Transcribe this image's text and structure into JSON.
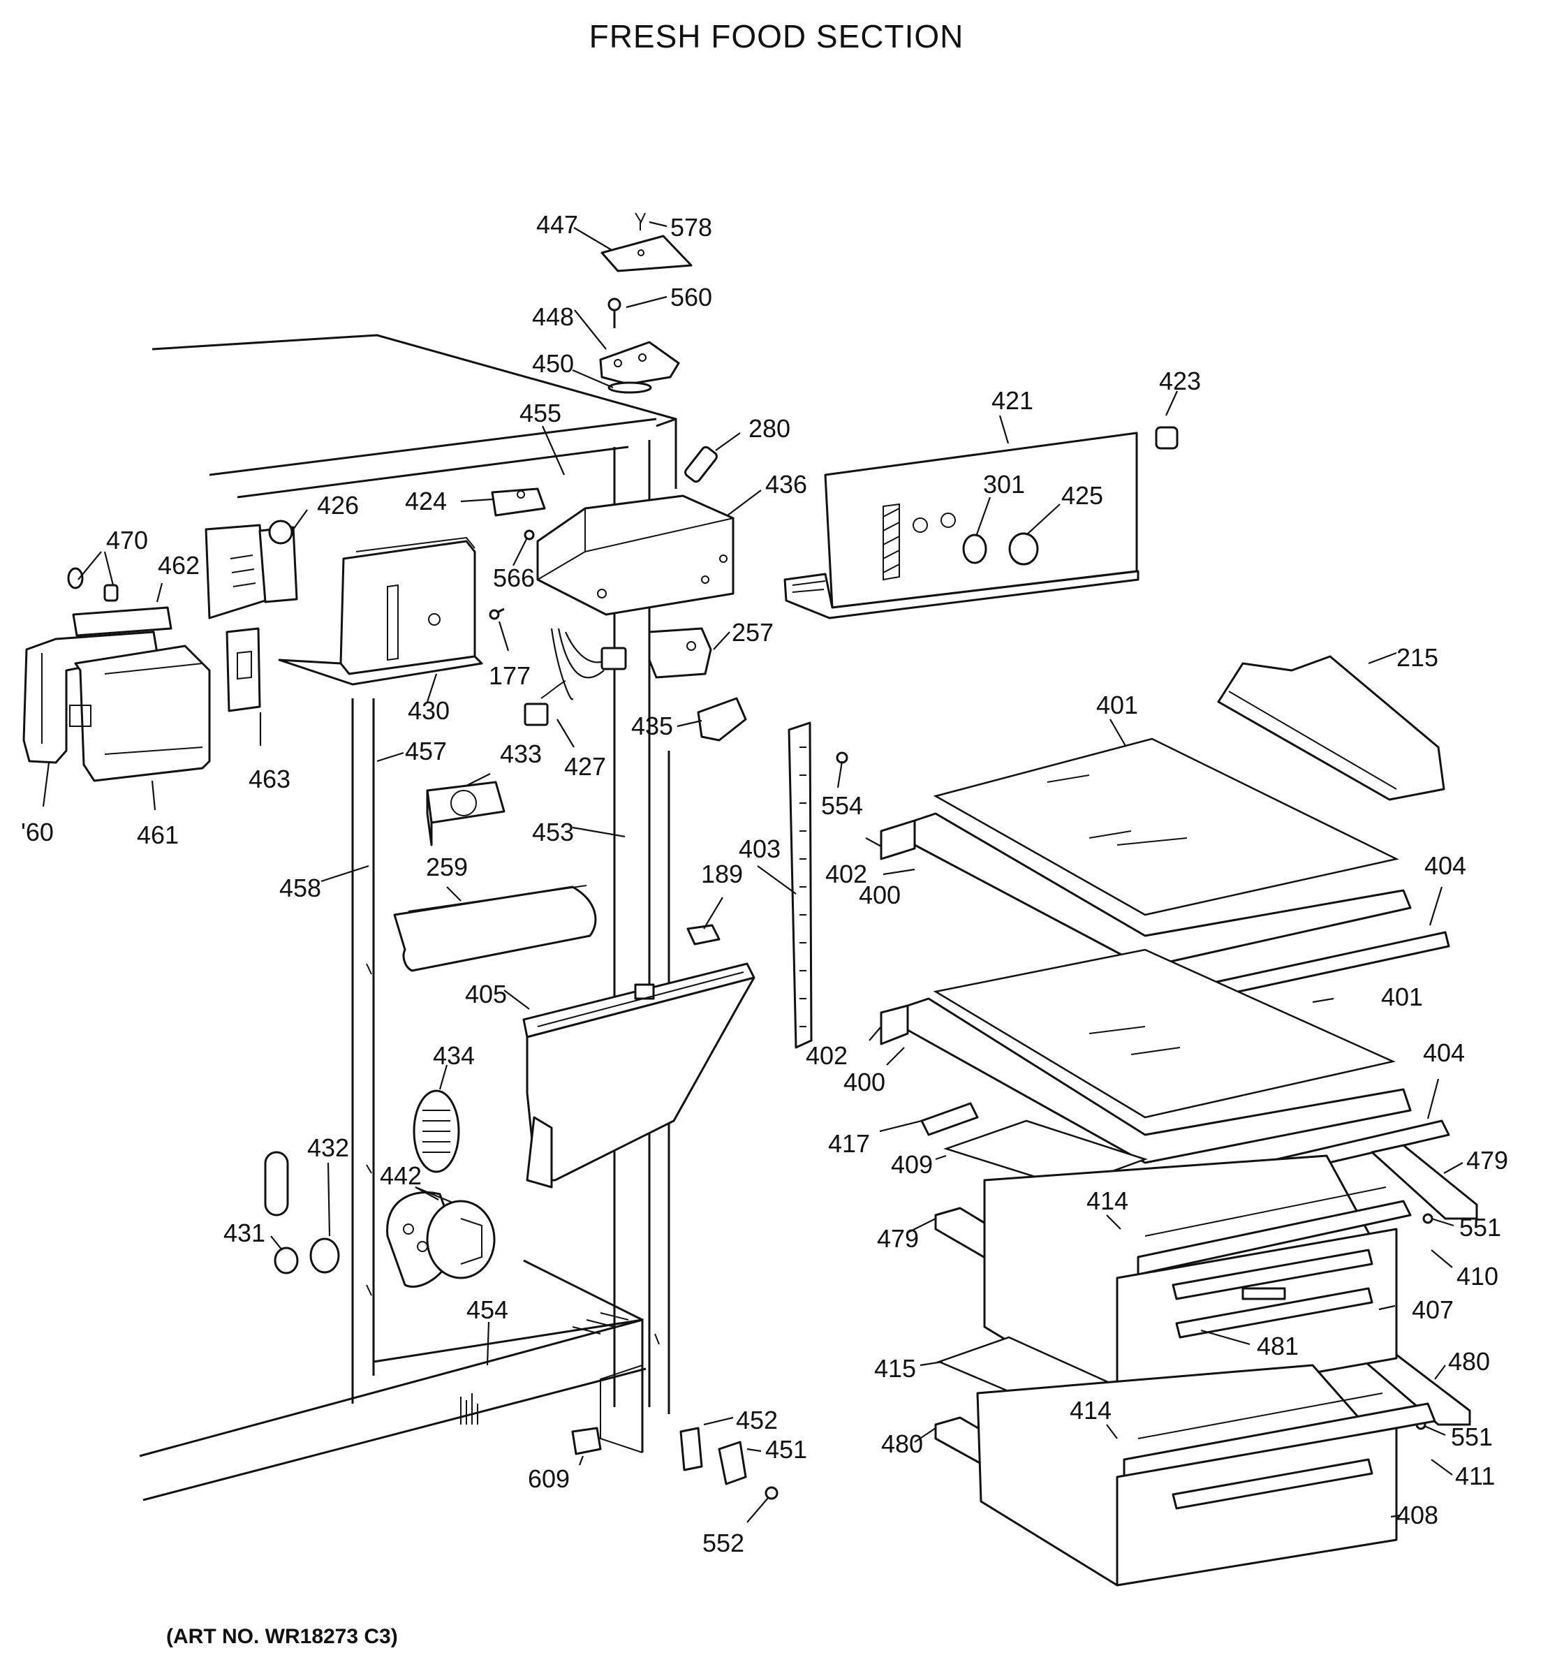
{
  "title": "FRESH FOOD SECTION",
  "art_number": "(ART NO. WR18273 C3)",
  "callouts": [
    {
      "id": "447",
      "text": "447"
    },
    {
      "id": "578",
      "text": "578"
    },
    {
      "id": "560",
      "text": "560"
    },
    {
      "id": "448",
      "text": "448"
    },
    {
      "id": "450",
      "text": "450"
    },
    {
      "id": "455",
      "text": "455"
    },
    {
      "id": "280",
      "text": "280"
    },
    {
      "id": "421",
      "text": "421"
    },
    {
      "id": "423",
      "text": "423"
    },
    {
      "id": "426",
      "text": "426"
    },
    {
      "id": "424",
      "text": "424"
    },
    {
      "id": "436",
      "text": "436"
    },
    {
      "id": "301",
      "text": "301"
    },
    {
      "id": "425",
      "text": "425"
    },
    {
      "id": "470",
      "text": "470"
    },
    {
      "id": "462",
      "text": "462"
    },
    {
      "id": "566",
      "text": "566"
    },
    {
      "id": "177",
      "text": "177"
    },
    {
      "id": "257",
      "text": "257"
    },
    {
      "id": "215",
      "text": "215"
    },
    {
      "id": "430",
      "text": "430"
    },
    {
      "id": "427",
      "text": "427"
    },
    {
      "id": "435",
      "text": "435"
    },
    {
      "id": "401a",
      "text": "401"
    },
    {
      "id": "457",
      "text": "457"
    },
    {
      "id": "433",
      "text": "433"
    },
    {
      "id": "463",
      "text": "463"
    },
    {
      "id": "554",
      "text": "554"
    },
    {
      "id": "460",
      "text": "'60"
    },
    {
      "id": "461",
      "text": "461"
    },
    {
      "id": "453",
      "text": "453"
    },
    {
      "id": "403",
      "text": "403"
    },
    {
      "id": "402a",
      "text": "402"
    },
    {
      "id": "400a",
      "text": "400"
    },
    {
      "id": "404a",
      "text": "404"
    },
    {
      "id": "458",
      "text": "458"
    },
    {
      "id": "259",
      "text": "259"
    },
    {
      "id": "189",
      "text": "189"
    },
    {
      "id": "405",
      "text": "405"
    },
    {
      "id": "401b",
      "text": "401"
    },
    {
      "id": "402b",
      "text": "402"
    },
    {
      "id": "400b",
      "text": "400"
    },
    {
      "id": "404b",
      "text": "404"
    },
    {
      "id": "434",
      "text": "434"
    },
    {
      "id": "417",
      "text": "417"
    },
    {
      "id": "432",
      "text": "432"
    },
    {
      "id": "409",
      "text": "409"
    },
    {
      "id": "479a",
      "text": "479"
    },
    {
      "id": "442",
      "text": "442"
    },
    {
      "id": "414a",
      "text": "414"
    },
    {
      "id": "551a",
      "text": "551"
    },
    {
      "id": "431",
      "text": "431"
    },
    {
      "id": "479b",
      "text": "479"
    },
    {
      "id": "410",
      "text": "410"
    },
    {
      "id": "407",
      "text": "407"
    },
    {
      "id": "454",
      "text": "454"
    },
    {
      "id": "481",
      "text": "481"
    },
    {
      "id": "415",
      "text": "415"
    },
    {
      "id": "480a",
      "text": "480"
    },
    {
      "id": "452",
      "text": "452"
    },
    {
      "id": "414b",
      "text": "414"
    },
    {
      "id": "551b",
      "text": "551"
    },
    {
      "id": "451",
      "text": "451"
    },
    {
      "id": "480b",
      "text": "480"
    },
    {
      "id": "411",
      "text": "411"
    },
    {
      "id": "609",
      "text": "609"
    },
    {
      "id": "408",
      "text": "408"
    },
    {
      "id": "552",
      "text": "552"
    }
  ]
}
